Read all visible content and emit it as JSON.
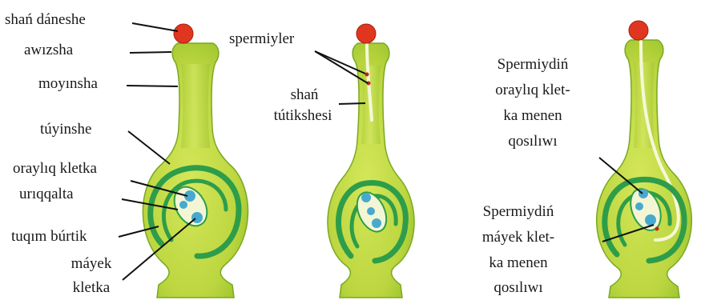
{
  "colors": {
    "body_light": "#c4db45",
    "body_dark": "#8fbd2a",
    "body_outline": "#6ea21f",
    "ring": "#2e9d4a",
    "stigma": "#e0361f",
    "cell_blue": "#48a9cf",
    "tube": "#f4f8d8",
    "dot": "#c0241a"
  },
  "figure1": {
    "stigma": "shań dáneshe",
    "style_top": "awızsha",
    "neck": "moyınsha",
    "ovary": "túyinshe",
    "central_cell": "oraylıq kletka",
    "integument": "urıqqalta",
    "ovule": "tuqım búrtik",
    "egg_line1": "máyek",
    "egg_line2": "kletka"
  },
  "figure2": {
    "sperms": "spermiyler",
    "tube_line1": "shań",
    "tube_line2": "tútikshesi"
  },
  "figure3": {
    "central_l1": "Spermiydiń",
    "central_l2": "oraylıq klet-",
    "central_l3": "ka menen",
    "central_l4": "qosılıwı",
    "egg_l1": "Spermiydiń",
    "egg_l2": "máyek klet-",
    "egg_l3": "ka menen",
    "egg_l4": "qosılıwı"
  }
}
